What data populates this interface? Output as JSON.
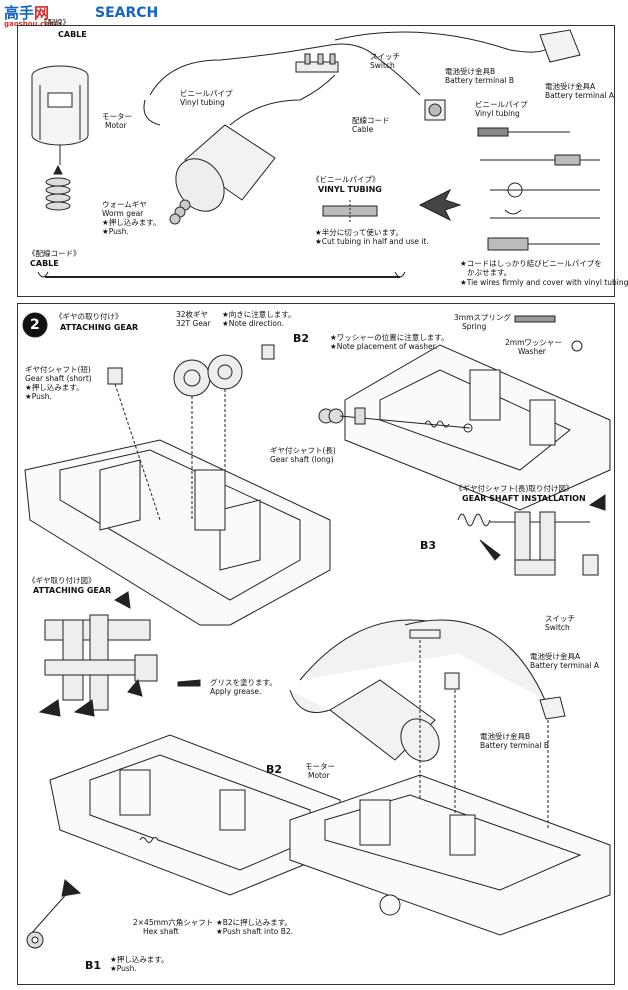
{
  "watermark": {
    "brand": "高手",
    "brand2": "网",
    "search": "SEARCH",
    "url": "gaoshou.com"
  },
  "section1": {
    "header_jp": "《配線》",
    "header_en": "CABLE",
    "motor_jp": "モーター",
    "motor_en": "Motor",
    "worm_jp": "ウォームギヤ",
    "worm_en": "Worm gear",
    "push_jp": "★押し込みます。",
    "push_en": "★Push.",
    "switch_jp": "スイッチ",
    "switch_en": "Switch",
    "vinyl_jp": "ビニールパイプ",
    "vinyl_en": "Vinyl tubing",
    "cable_jp": "配線コード",
    "cable_en": "Cable",
    "battB_jp": "電池受け金具B",
    "battB_en": "Battery terminal B",
    "battA_jp": "電池受け金具A",
    "battA_en": "Battery terminal A",
    "vinyl2_jp": "ビニールパイプ",
    "vinyl2_en": "Vinyl tubing",
    "vt_header_jp": "《ビニールパイプ》",
    "vt_header_en": "VINYL TUBING",
    "cut_jp": "★半分に切って使います。",
    "cut_en": "★Cut tubing in half and use it.",
    "cable_hdr_jp": "《配線コード》",
    "cable_hdr_en": "CABLE",
    "tie_jp1": "★コードはしっかり結びビニールパイプを",
    "tie_jp2": "かぶせます。",
    "tie_en": "★Tie wires firmly and cover with vinyl tubing."
  },
  "section2": {
    "step": "2",
    "header_jp": "《ギヤの取り付け》",
    "header_en": "ATTACHING GEAR",
    "gear32_jp": "32枚ギヤ",
    "gear32_en": "32T Gear",
    "note_dir_jp": "★向きに注意します。",
    "note_dir_en": "★Note direction.",
    "b2": "B2",
    "shaft_short_jp": "ギヤ付シャフト(短)",
    "shaft_short_en": "Gear shaft (short)",
    "push_jp": "★押し込みます。",
    "push_en": "★Push.",
    "washer_note_jp": "★ワッシャーの位置に注意します。",
    "washer_note_en": "★Note placement of washer.",
    "spring_jp": "3mmスプリング",
    "spring_en": "Spring",
    "washer_jp": "2mmワッシャー",
    "washer_en": "Washer",
    "shaft_long_jp": "ギヤ付シャフト(長)",
    "shaft_long_en": "Gear shaft (long)",
    "gsi_jp": "《ギヤ付シャフト(長)取り付け図》",
    "gsi_en": "GEAR SHAFT INSTALLATION",
    "b3": "B3",
    "ag_jp": "《ギヤ取り付け図》",
    "ag_en": "ATTACHING GEAR",
    "grease_jp": "グリスを塗ります。",
    "grease_en": "Apply grease.",
    "switch_jp": "スイッチ",
    "switch_en": "Switch",
    "battA_jp": "電池受け金具A",
    "battA_en": "Battery terminal A",
    "battB_jp": "電池受け金具B",
    "battB_en": "Battery terminal B",
    "motor_jp": "モーター",
    "motor_en": "Motor",
    "b2b": "B2",
    "hex_jp": "2×45mm六角シャフト",
    "hex_en": "Hex shaft",
    "push_b2_jp": "★B2に押し込みます。",
    "push_b2_en": "★Push shaft into B2.",
    "b1": "B1",
    "push2_jp": "★押し込みます。",
    "push2_en": "★Push."
  }
}
